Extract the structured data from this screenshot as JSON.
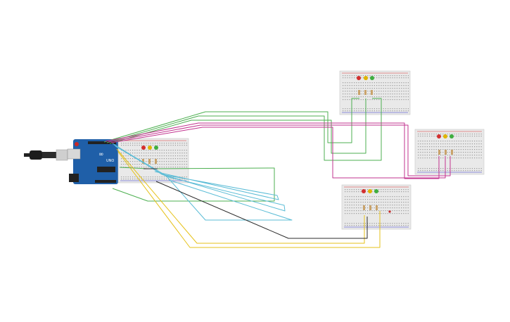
{
  "canvas": {
    "background": "#ffffff"
  },
  "components": {
    "arduino": {
      "name": "arduino-uno-board",
      "logo_text": "∞",
      "brand_text": "UNO",
      "pcb_color": "#1f5fa8"
    },
    "usb_cable": {
      "name": "usb-cable"
    },
    "breadboards": [
      {
        "name": "breadboard-main",
        "leds": [
          "red",
          "yellow",
          "green"
        ]
      },
      {
        "name": "breadboard-top",
        "leds": [
          "red",
          "yellow",
          "green"
        ]
      },
      {
        "name": "breadboard-right",
        "leds": [
          "red",
          "yellow",
          "green"
        ]
      },
      {
        "name": "breadboard-bottom",
        "leds": [
          "red",
          "yellow",
          "green"
        ]
      }
    ]
  },
  "wire_colors": {
    "green": "#4caf50",
    "magenta": "#c2338f",
    "cyan": "#5bbcd6",
    "yellow": "#e6c21a",
    "black": "#2b2b2b",
    "red": "#d33"
  },
  "led_colors": {
    "red": "#d32f2f",
    "yellow": "#e0b400",
    "green": "#3fae3f"
  }
}
